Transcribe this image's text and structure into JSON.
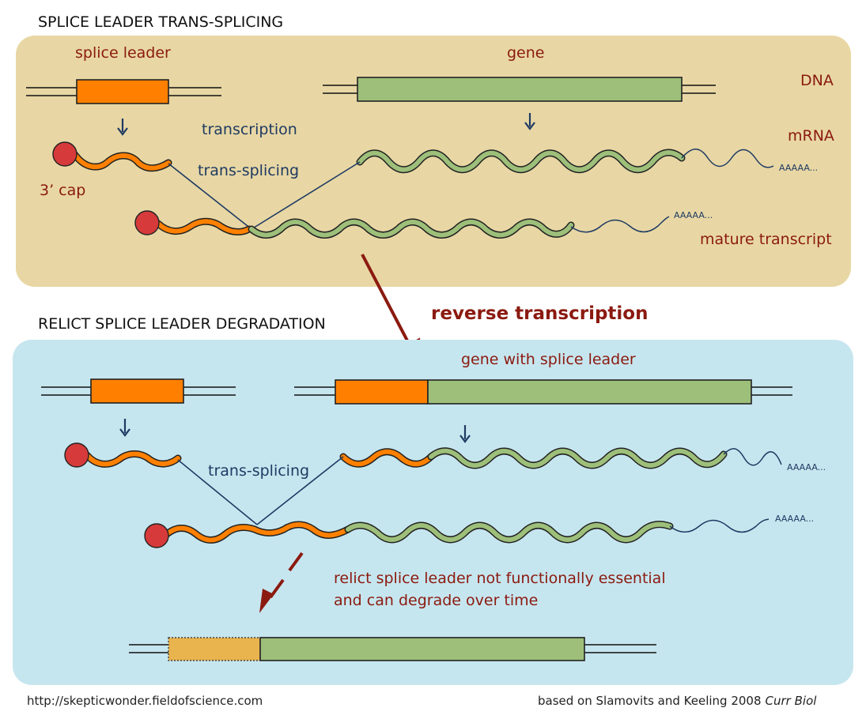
{
  "top": {
    "heading": "SPLICE LEADER TRANS-SPLICING",
    "splice_leader": "splice leader",
    "gene": "gene",
    "dna": "DNA",
    "mrna": "mRNA",
    "transcription": "transcription",
    "trans_splicing": "trans-splicing",
    "cap": "3’ cap",
    "mature_transcript": "mature transcript",
    "polya_1": "AAAAA...",
    "polya_2": "AAAAA..."
  },
  "middle": {
    "reverse_transcription": "reverse transcription"
  },
  "bottom": {
    "heading": "RELICT SPLICE LEADER DEGRADATION",
    "gene_with_sl": "gene with splice leader",
    "trans_splicing": "trans-splicing",
    "relict_line1": "relict splice leader not functionally essential",
    "relict_line2": "and can degrade over time",
    "polya_1": "AAAAA...",
    "polya_2": "AAAAA..."
  },
  "footer": {
    "url": "http://skepticwonder.fieldofscience.com",
    "citation": "based on Slamovits and Keeling 2008",
    "journal": "Curr Biol"
  },
  "colors": {
    "top_panel": "#e8d7a4",
    "bottom_panel": "#c6e6ef",
    "splice_leader": "#ff8000",
    "gene": "#9dbf7a",
    "degraded_leader": "#e9b34e",
    "cap": "#d63a3a",
    "arrow": "#8b1a10",
    "text_red": "#8b1a10",
    "text_blue": "#1f3a63",
    "line": "#1f3a63"
  }
}
